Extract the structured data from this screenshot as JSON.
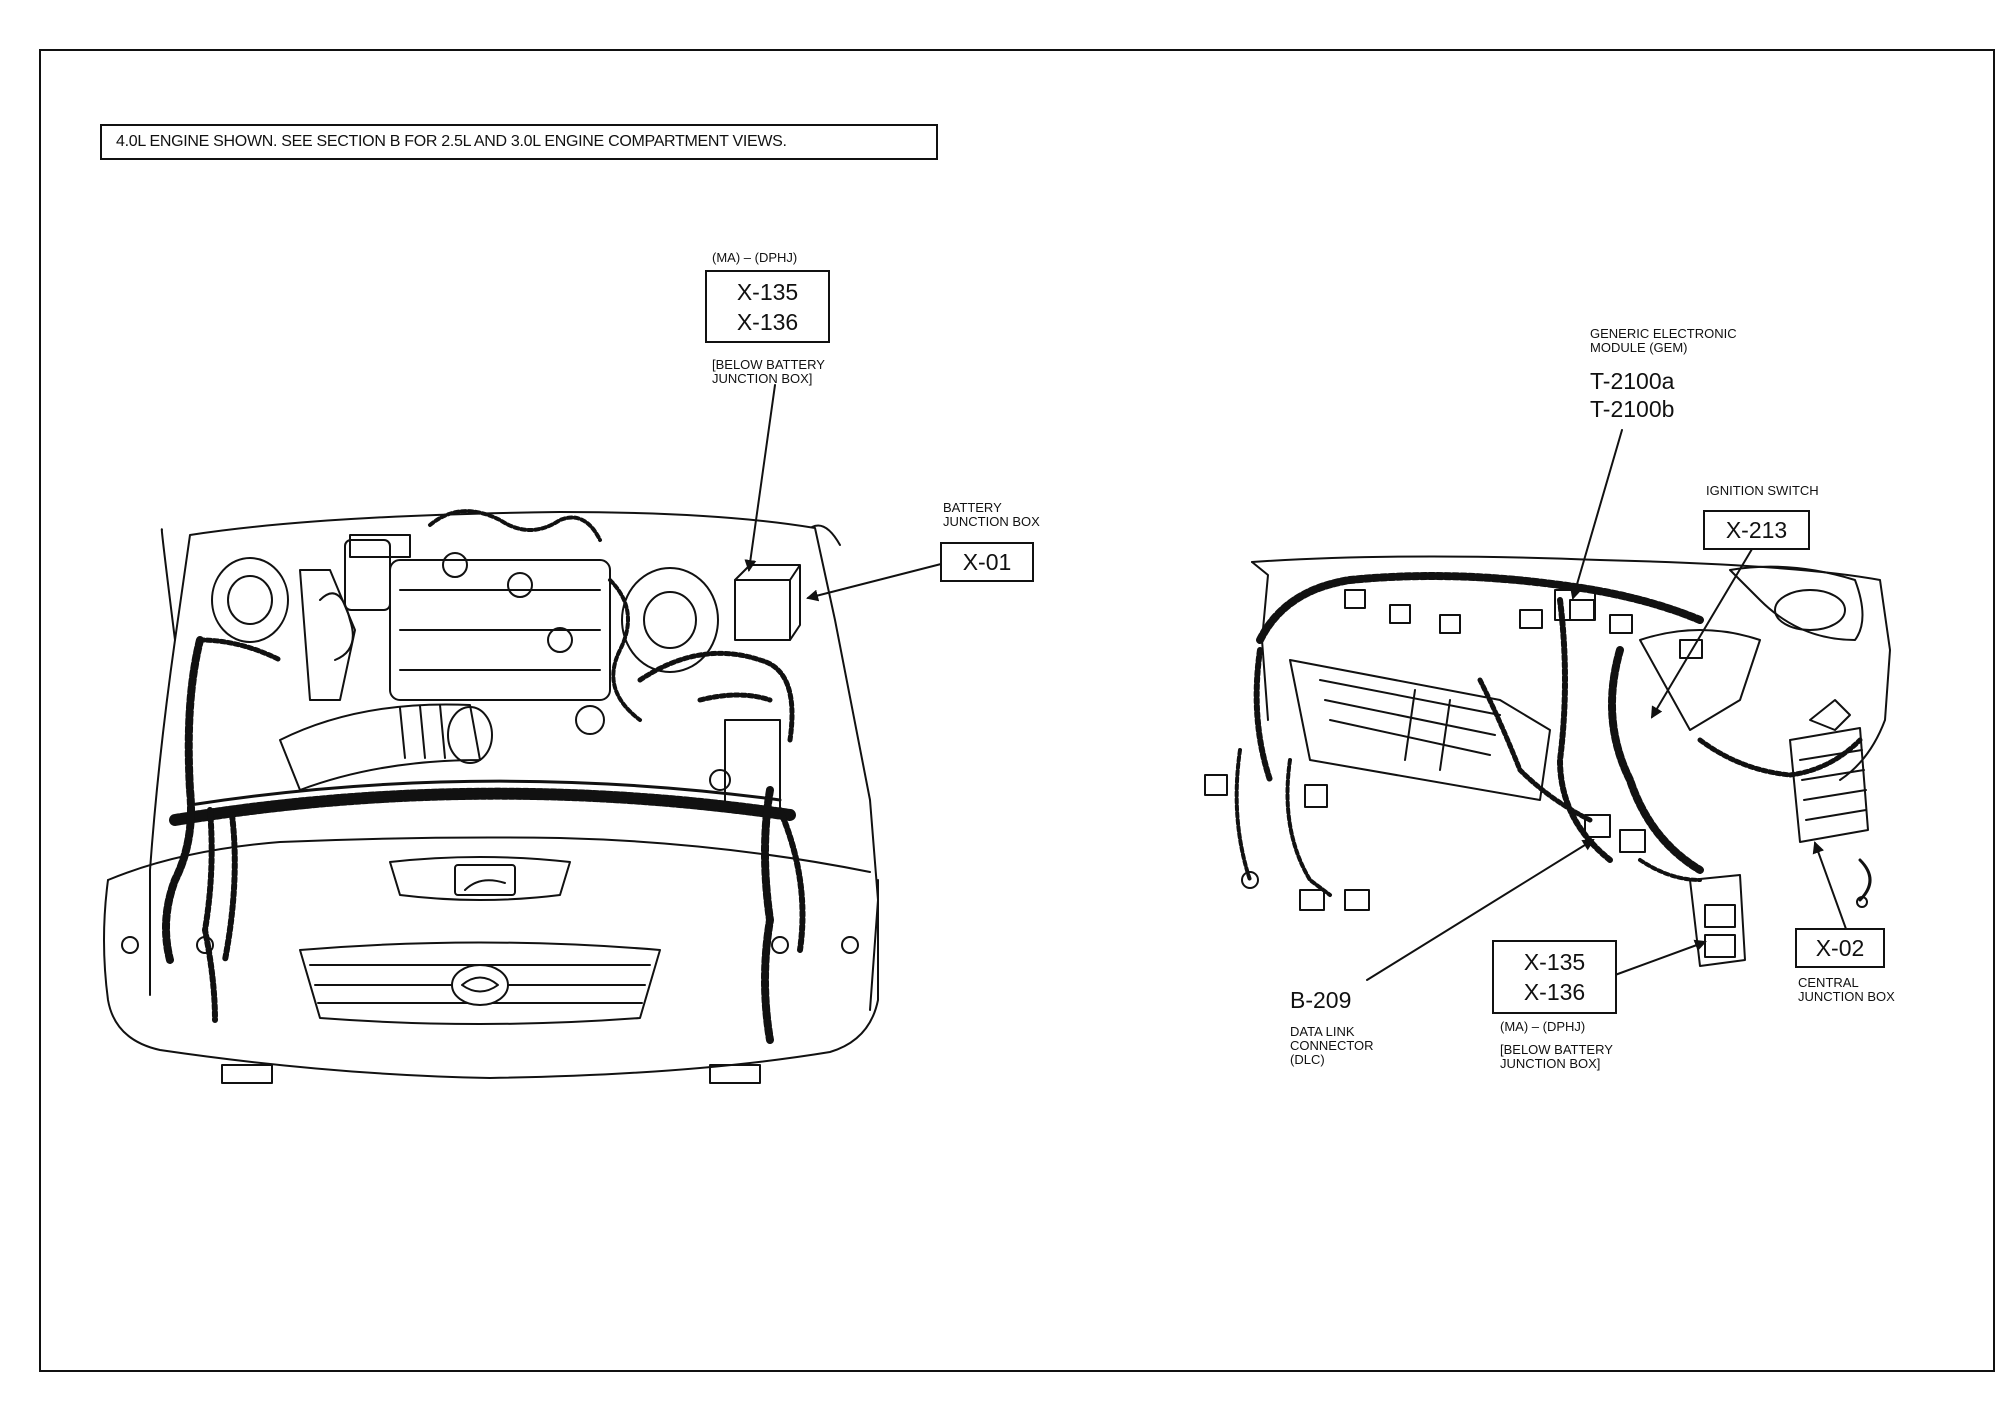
{
  "header_note": "4.0L ENGINE SHOWN. SEE SECTION B FOR 2.5L AND 3.0L ENGINE COMPARTMENT VIEWS.",
  "engine_view": {
    "upper_connector": {
      "prefix": "(MA) – (DPHJ)",
      "codes": [
        "X-135",
        "X-136"
      ],
      "note_line1": "[BELOW BATTERY",
      "note_line2": "JUNCTION BOX]"
    },
    "battery_junction_box": {
      "label_line1": "BATTERY",
      "label_line2": "JUNCTION BOX",
      "code": "X-01"
    }
  },
  "dash_view": {
    "gem": {
      "label_line1": "GENERIC ELECTRONIC",
      "label_line2": "MODULE (GEM)",
      "codes": [
        "T-2100a",
        "T-2100b"
      ]
    },
    "ignition_switch": {
      "label": "IGNITION SWITCH",
      "code": "X-213"
    },
    "dlc": {
      "code": "B-209",
      "label_line1": "DATA LINK",
      "label_line2": "CONNECTOR",
      "label_line3": "(DLC)"
    },
    "lower_connector": {
      "codes": [
        "X-135",
        "X-136"
      ],
      "prefix": "(MA) – (DPHJ)",
      "note_line1": "[BELOW BATTERY",
      "note_line2": "JUNCTION BOX]"
    },
    "central_junction_box": {
      "code": "X-02",
      "label_line1": "CENTRAL",
      "label_line2": "JUNCTION BOX"
    }
  }
}
